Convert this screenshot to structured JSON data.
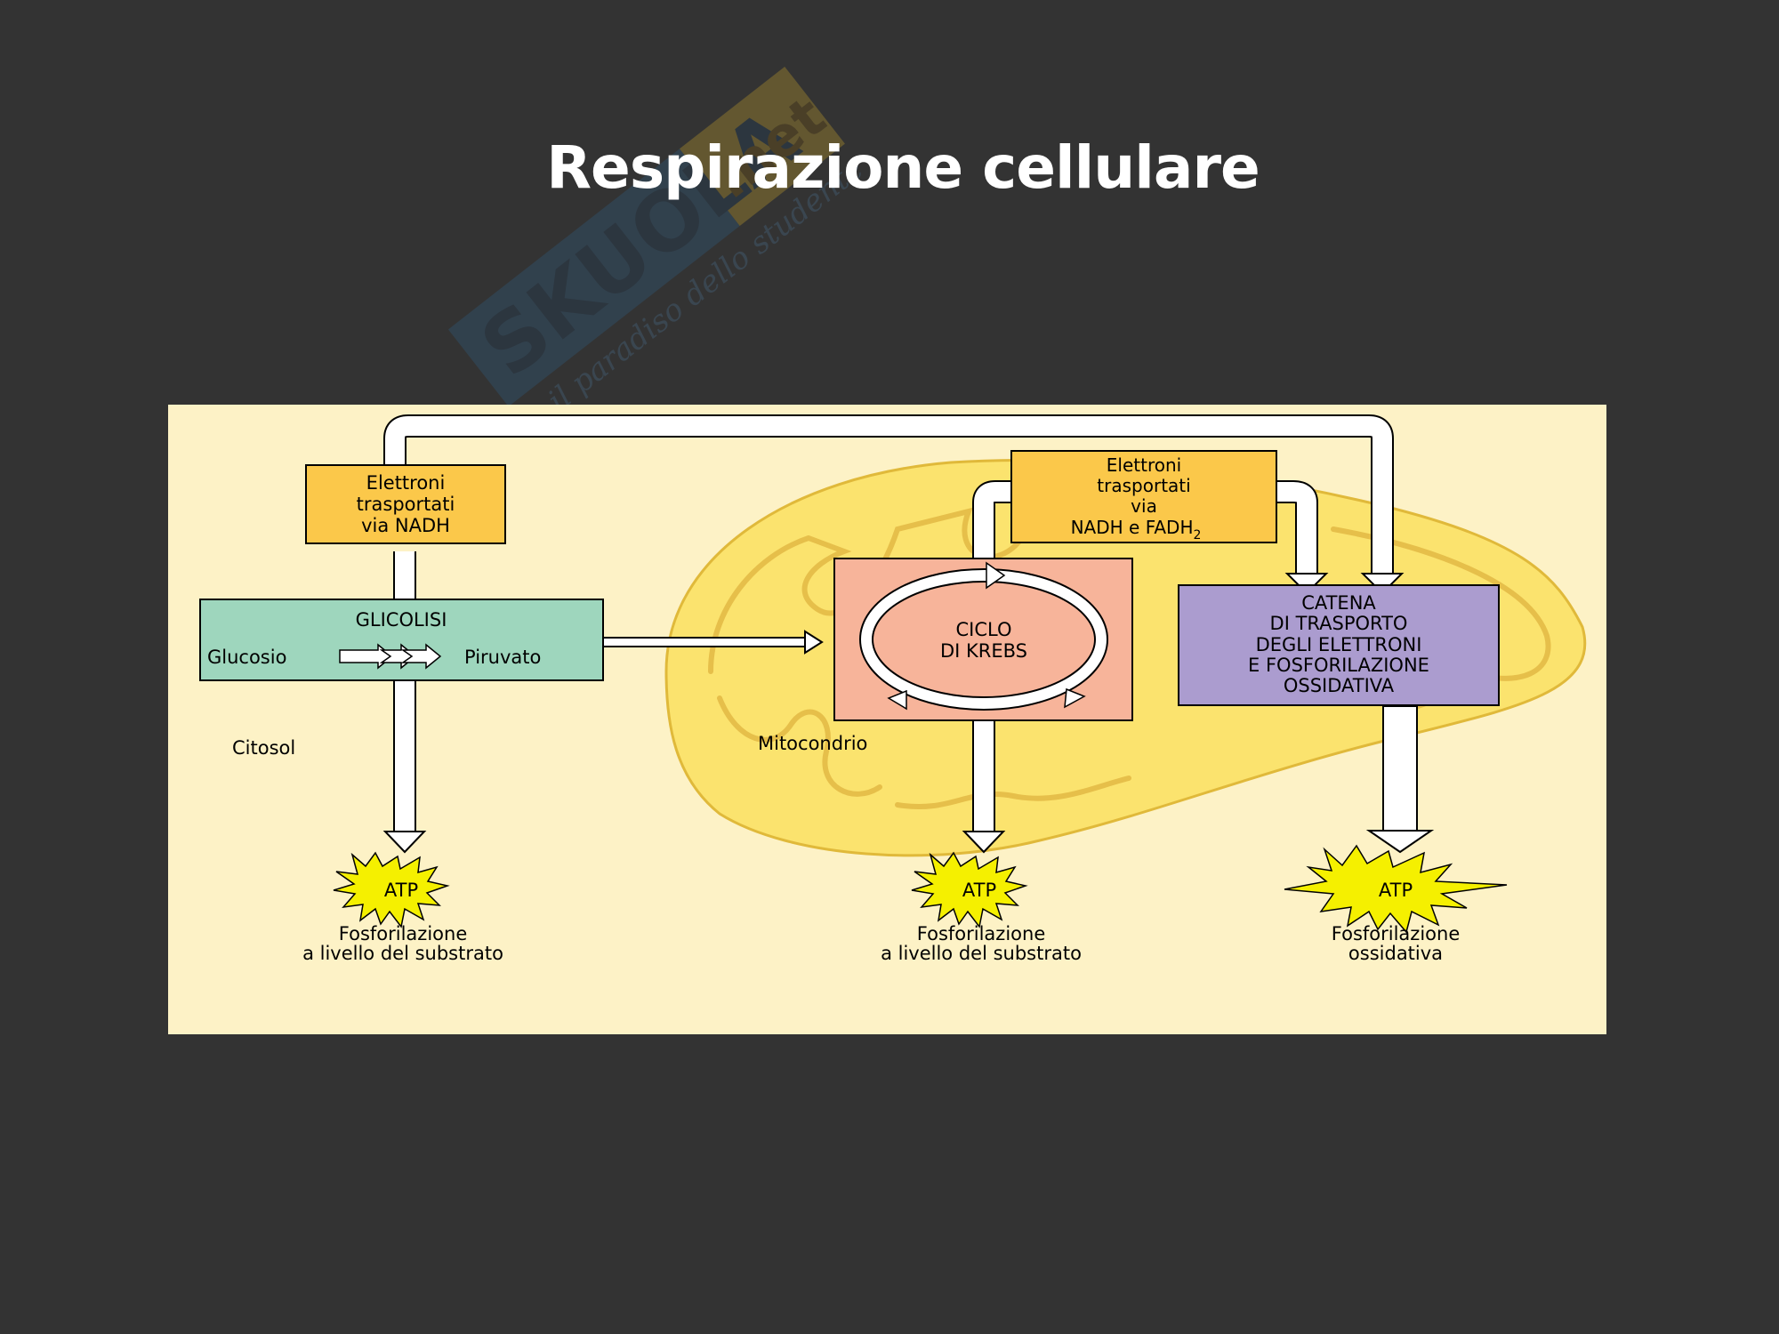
{
  "slide": {
    "title": "Respirazione cellulare",
    "watermark_text": "SKUOLA.net",
    "watermark_tagline": "il paradiso dello studente",
    "background_color": "#333333"
  },
  "diagram": {
    "panel_color": "#fdf2c6",
    "mitochondrion_color": "#fbe36e",
    "box_elettroni_nadh": {
      "lines": [
        "Elettroni",
        "trasportati",
        "via NADH"
      ],
      "color": "#fbc84a"
    },
    "box_elettroni_nadh_fadh2": {
      "lines": [
        "Elettroni",
        "trasportati",
        "via",
        "NADH e FADH"
      ],
      "subscript": "2",
      "color": "#fbc84a"
    },
    "box_glicolisi": {
      "title": "GLICOLISI",
      "from": "Glucosio",
      "to": "Piruvato",
      "color": "#9ed6bd"
    },
    "box_krebs": {
      "lines": [
        "CICLO",
        "DI KREBS"
      ],
      "color": "#f7b49a"
    },
    "box_catena": {
      "lines": [
        "CATENA",
        "DI TRASPORTO",
        "DEGLI ELETTRONI",
        "E FOSFORILAZIONE",
        "OSSIDATIVA"
      ],
      "color": "#ab9ccf"
    },
    "label_citosol": "Citosol",
    "label_mitocondrio": "Mitocondrio",
    "atp_outputs": [
      {
        "label": "ATP",
        "caption_lines": [
          "Fosforilazione",
          "a livello  del substrato"
        ]
      },
      {
        "label": "ATP",
        "caption_lines": [
          "Fosforilazione",
          "a livello del substrato"
        ]
      },
      {
        "label": "ATP",
        "caption_lines": [
          "Fosforilazione",
          "ossidativa"
        ]
      }
    ],
    "atp_color": "#f5f000"
  }
}
